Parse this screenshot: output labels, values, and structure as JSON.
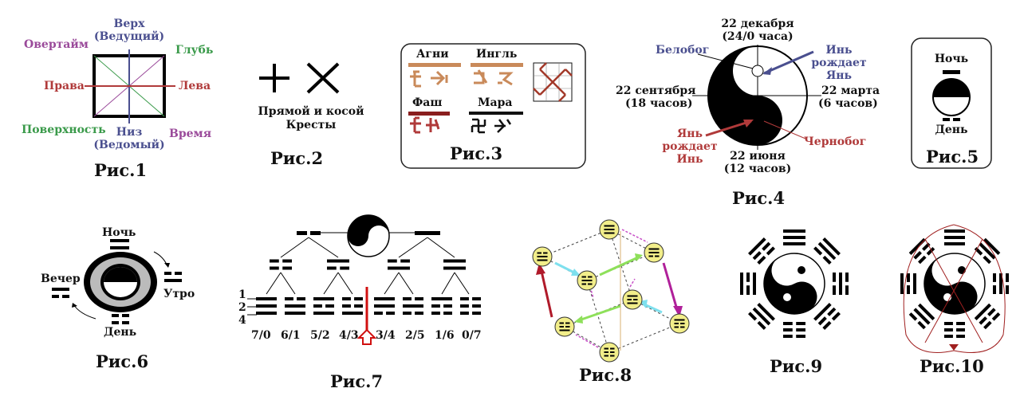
{
  "fig1": {
    "caption": "Рис.1",
    "top": "Верх",
    "top2": "(Ведущий)",
    "bottom": "Низ",
    "bottom2": "(Ведомый)",
    "left": "Права",
    "right": "Лева",
    "top_left": "Овертайм",
    "top_right": "Глубь",
    "bottom_left": "Поверхность",
    "bottom_right": "Время"
  },
  "fig2": {
    "caption": "Рис.2",
    "text1": "Прямой и косой",
    "text2": "Кресты"
  },
  "fig3": {
    "caption": "Рис.3",
    "agni": "Агни",
    "ingl": "Ингль",
    "fash": "Фаш",
    "mara": "Мара"
  },
  "fig4": {
    "caption": "Рис.4",
    "top1": "22 декабря",
    "top2": "(24/0 часа)",
    "left1": "22 сентября",
    "left2": "(18 часов)",
    "right1": "22 марта",
    "right2": "(6 часов)",
    "bottom1": "22 июня",
    "bottom2": "(12 часов)",
    "belobog": "Белобог",
    "chernobog": "Чернобог",
    "yin1": "Инь",
    "yin2": "рождает",
    "yin3": "Янь",
    "yan1": "Янь",
    "yan2": "рождает",
    "yan3": "Инь"
  },
  "fig5": {
    "caption": "Рис.5",
    "night": "Ночь",
    "day": "День"
  },
  "fig6": {
    "caption": "Рис.6",
    "night": "Ночь",
    "day": "День",
    "evening": "Вечер",
    "morning": "Утро"
  },
  "fig7": {
    "caption": "Рис.7",
    "levels": [
      "1",
      "2",
      "4"
    ],
    "ratios": [
      "7/0",
      "6/1",
      "5/2",
      "4/3",
      "3/4",
      "2/5",
      "1/6",
      "0/7"
    ]
  },
  "fig8": {
    "caption": "Рис.8"
  },
  "fig9": {
    "caption": "Рис.9"
  },
  "fig10": {
    "caption": "Рис.10"
  },
  "colors": {
    "blue": "#4a4f8f",
    "green": "#3a9a4a",
    "purple": "#9a4a9a",
    "red": "#b03a3a",
    "yellow": "#f2ee8a"
  }
}
